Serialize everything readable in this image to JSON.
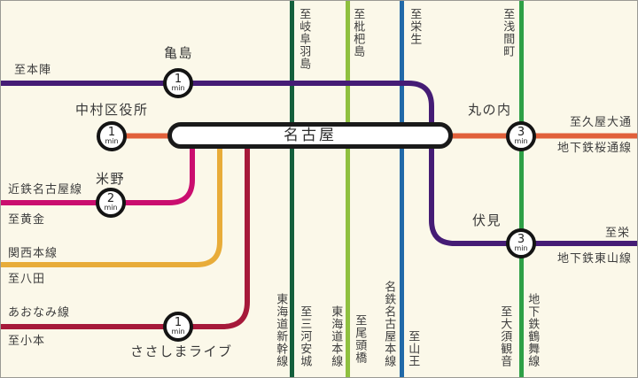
{
  "colors": {
    "background": "#FBF8E9",
    "box_border": "#1A1A1A",
    "subway_higashiyama": "#451C75",
    "subway_sakuradori": "#E1603A",
    "kintetsu_nagoya": "#CA0E6F",
    "kansai_main": "#E8AC39",
    "aonami": "#A6193A",
    "tokaido_shinkansen": "#145F3C",
    "tokaido_main": "#8FC03F",
    "meitetsu_nagoya_main": "#2169A8",
    "subway_tsurumai": "#2EA046"
  },
  "hub": {
    "name": "名古屋"
  },
  "stations": [
    {
      "id": "kameshima",
      "name": "亀島",
      "minutes": "1",
      "unit": "min"
    },
    {
      "id": "nakamura-kuyakusho",
      "name": "中村区役所",
      "minutes": "1",
      "unit": "min"
    },
    {
      "id": "komeno",
      "name": "米野",
      "minutes": "2",
      "unit": "min"
    },
    {
      "id": "marunouchi",
      "name": "丸の内",
      "minutes": "3",
      "unit": "min"
    },
    {
      "id": "fushimi",
      "name": "伏見",
      "minutes": "3",
      "unit": "min"
    },
    {
      "id": "sasashima-live",
      "name": "ささしまライブ",
      "minutes": "1",
      "unit": "min"
    }
  ],
  "edge_labels": {
    "to_honjin": "至本陣",
    "kintetsu_line": "近鉄名古屋線",
    "to_kogane": "至黄金",
    "kansai_line": "関西本線",
    "to_hatta": "至八田",
    "aonami_line": "あおなみ線",
    "to_komoto": "至小本",
    "to_hisaya_odori": "至久屋大通",
    "sakuradori_line": "地下鉄桜通線",
    "to_sakae": "至栄",
    "higashiyama_line": "地下鉄東山線",
    "to_gifu_hashima": "至岐阜羽島",
    "to_biwajima": "至枇杷島",
    "to_sako": "至栄生",
    "to_asamacho": "至浅間町",
    "shinkansen_line": "東海道新幹線",
    "to_mikawa_anjo": "至三河安城",
    "tokaido_line": "東海道本線",
    "to_otobashi": "至尾頭橋",
    "meitetsu_line": "名鉄名古屋本線",
    "to_sanno": "至山王",
    "to_osu_kannon": "至大須観音",
    "tsurumai_line": "地下鉄鶴舞線"
  }
}
